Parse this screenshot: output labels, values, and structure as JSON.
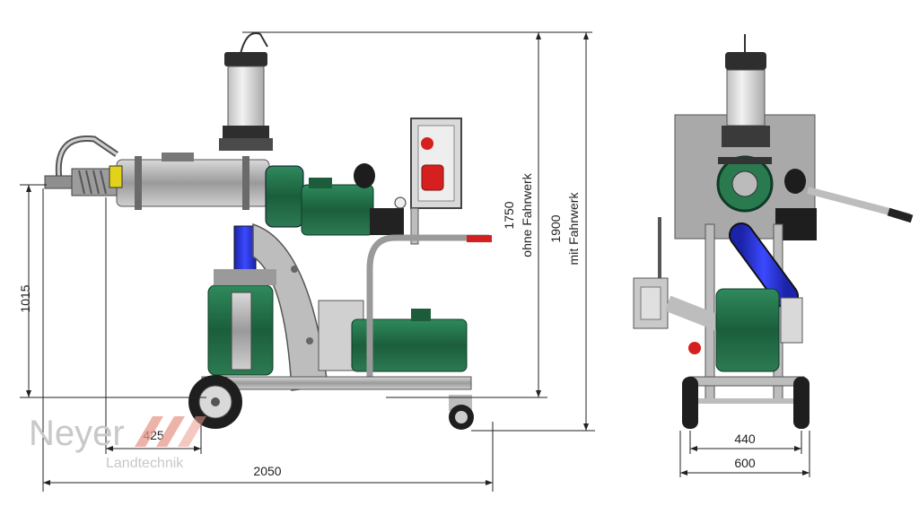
{
  "dimensions": {
    "side_view": {
      "height_axle": "1015",
      "hose_offset": "425",
      "total_length": "2050",
      "height_without_chassis_value": "1750",
      "height_without_chassis_label": "ohne Fahrwerk",
      "height_with_chassis_value": "1900",
      "height_with_chassis_label": "mit Fahrwerk"
    },
    "front_view": {
      "track_inner": "440",
      "track_outer": "600"
    }
  },
  "watermark": {
    "brand": "Neyer",
    "subtitle": "Landtechnik"
  },
  "colors": {
    "motor_green": "#1f6b45",
    "hose_blue": "#2a34c8",
    "frame_grey": "#b9b9b9",
    "signal_red": "#d62020",
    "watermark_red": "#e79a8c"
  }
}
